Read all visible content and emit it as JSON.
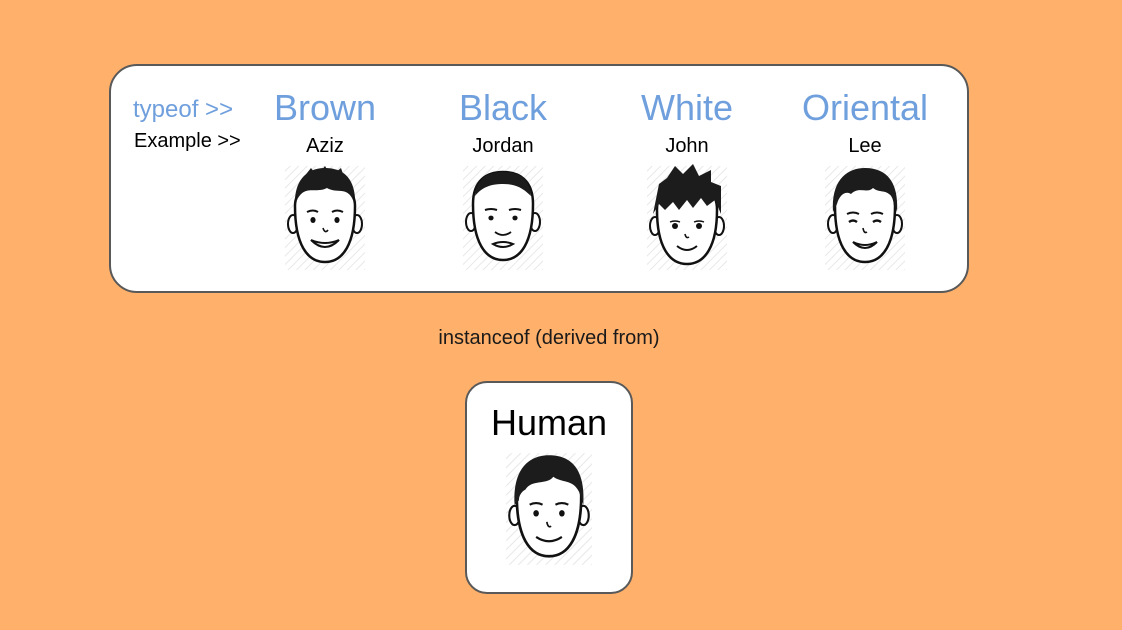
{
  "labels": {
    "typeof": "typeof >>",
    "example": "Example >>",
    "relation": "instanceof (derived from)"
  },
  "types": [
    {
      "name": "Brown",
      "example": "Aziz",
      "face_icon": "smiling-face-icon"
    },
    {
      "name": "Black",
      "example": "Jordan",
      "face_icon": "bald-face-icon"
    },
    {
      "name": "White",
      "example": "John",
      "face_icon": "spiky-hair-face-icon"
    },
    {
      "name": "Oriental",
      "example": "Lee",
      "face_icon": "smiling-face-icon"
    }
  ],
  "base": {
    "name": "Human",
    "face_icon": "face-icon"
  },
  "colors": {
    "background": "#ffb06a",
    "type_text": "#6f9fdc",
    "panel_border": "#595959"
  }
}
